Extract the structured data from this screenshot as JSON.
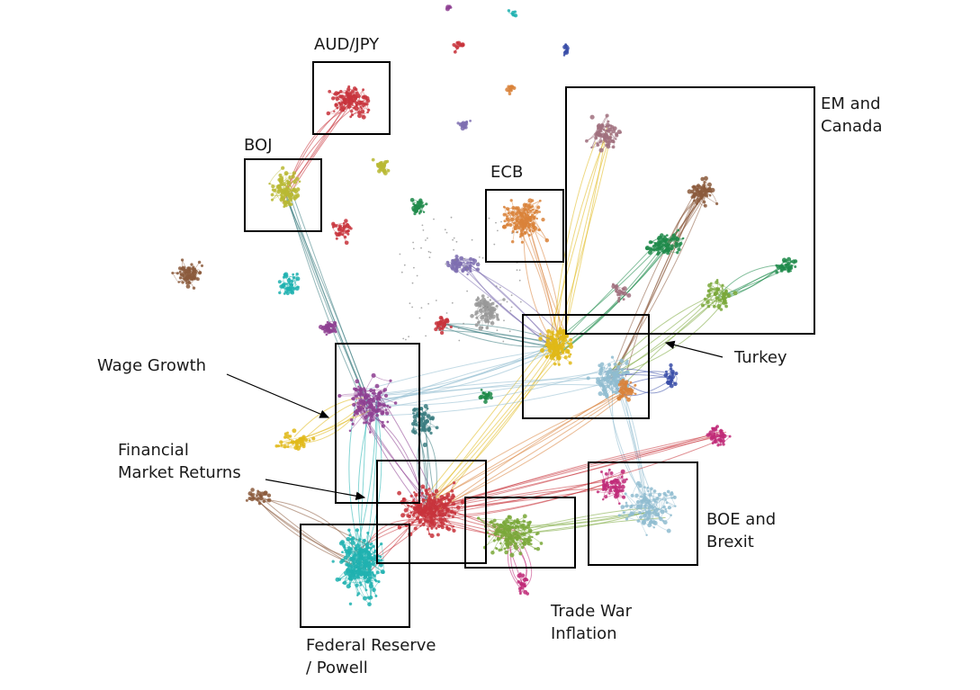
{
  "labels": {
    "audjpy": "AUD/JPY",
    "boj": "BOJ",
    "ecb": "ECB",
    "em_line1": "EM and",
    "em_line2": "Canada",
    "turkey": "Turkey",
    "wage": "Wage Growth",
    "fin_line1": "Financial",
    "fin_line2": "Market Returns",
    "boe_line1": "BOE and",
    "boe_line2": "Brexit",
    "trade_line1": "Trade War",
    "trade_line2": "Inflation",
    "fed_line1": "Federal Reserve",
    "fed_line2": "/ Powell"
  },
  "colors": {
    "red": "#c8343c",
    "olive": "#b8b832",
    "orange": "#d9823a",
    "mauve": "#a0707e",
    "brown": "#8b5a3c",
    "green": "#1e8a4a",
    "yellow": "#e0b818",
    "lightblue": "#8fbcd0",
    "purple": "#8e3f92",
    "teal": "#20b2b0",
    "limegreen": "#7aa83a",
    "magenta": "#c02a78",
    "gray": "#999999",
    "lavender": "#7e6fb0",
    "darkteal": "#3a7c80",
    "navy": "#3a4ea8"
  }
}
